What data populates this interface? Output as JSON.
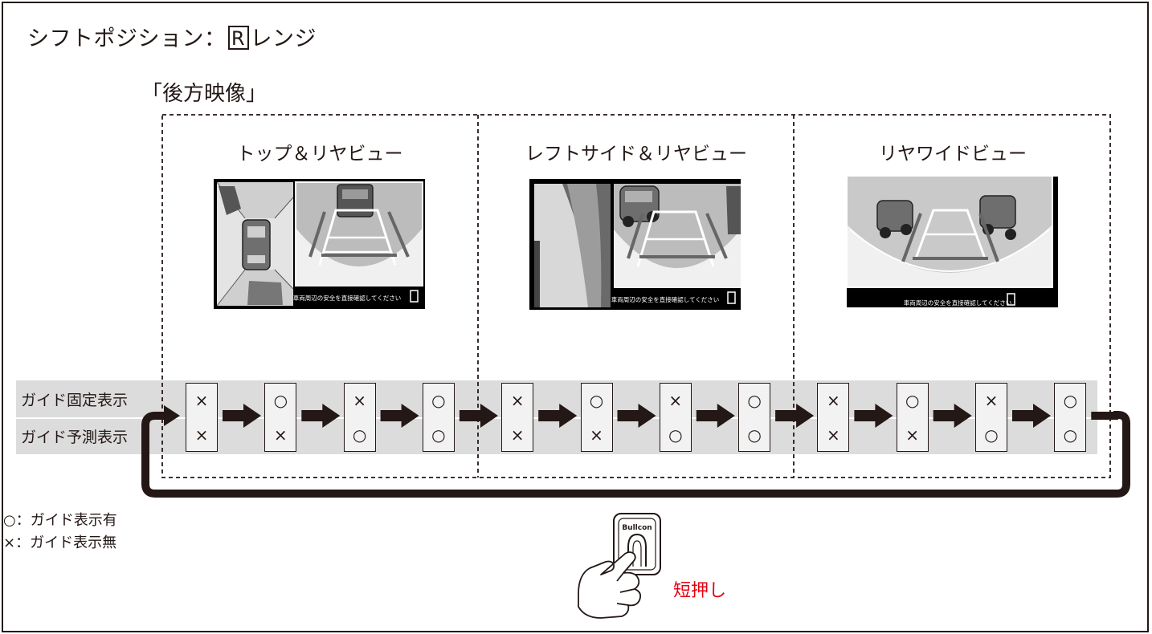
{
  "title": {
    "prefix": "シフトポジション：",
    "range_letter": "R",
    "suffix": "レンジ"
  },
  "subtitle": "「後方映像」",
  "panels": [
    {
      "label": "トップ＆リヤビュー",
      "screen_caption": "車両周辺の安全を直接確認してください"
    },
    {
      "label": "レフトサイド＆リヤビュー",
      "screen_caption": "車両周辺の安全を直接確認してください"
    },
    {
      "label": "リヤワイドビュー",
      "screen_caption": "車両周辺の安全を直接確認してください"
    }
  ],
  "rows": {
    "fixed": "ガイド固定表示",
    "predicted": "ガイド予測表示"
  },
  "states": [
    {
      "fixed": "×",
      "predicted": "×"
    },
    {
      "fixed": "○",
      "predicted": "×"
    },
    {
      "fixed": "×",
      "predicted": "○"
    },
    {
      "fixed": "○",
      "predicted": "○"
    },
    {
      "fixed": "×",
      "predicted": "×"
    },
    {
      "fixed": "○",
      "predicted": "×"
    },
    {
      "fixed": "×",
      "predicted": "○"
    },
    {
      "fixed": "○",
      "predicted": "○"
    },
    {
      "fixed": "×",
      "predicted": "×"
    },
    {
      "fixed": "○",
      "predicted": "×"
    },
    {
      "fixed": "×",
      "predicted": "○"
    },
    {
      "fixed": "○",
      "predicted": "○"
    }
  ],
  "legend": {
    "on": "○：ガイド表示有",
    "off": "×：ガイド表示無"
  },
  "switch_logo": "Bullcon",
  "press_label": "短押し",
  "colors": {
    "line": "#231815",
    "band": "#dcdcdc",
    "press_text": "#e60012"
  }
}
